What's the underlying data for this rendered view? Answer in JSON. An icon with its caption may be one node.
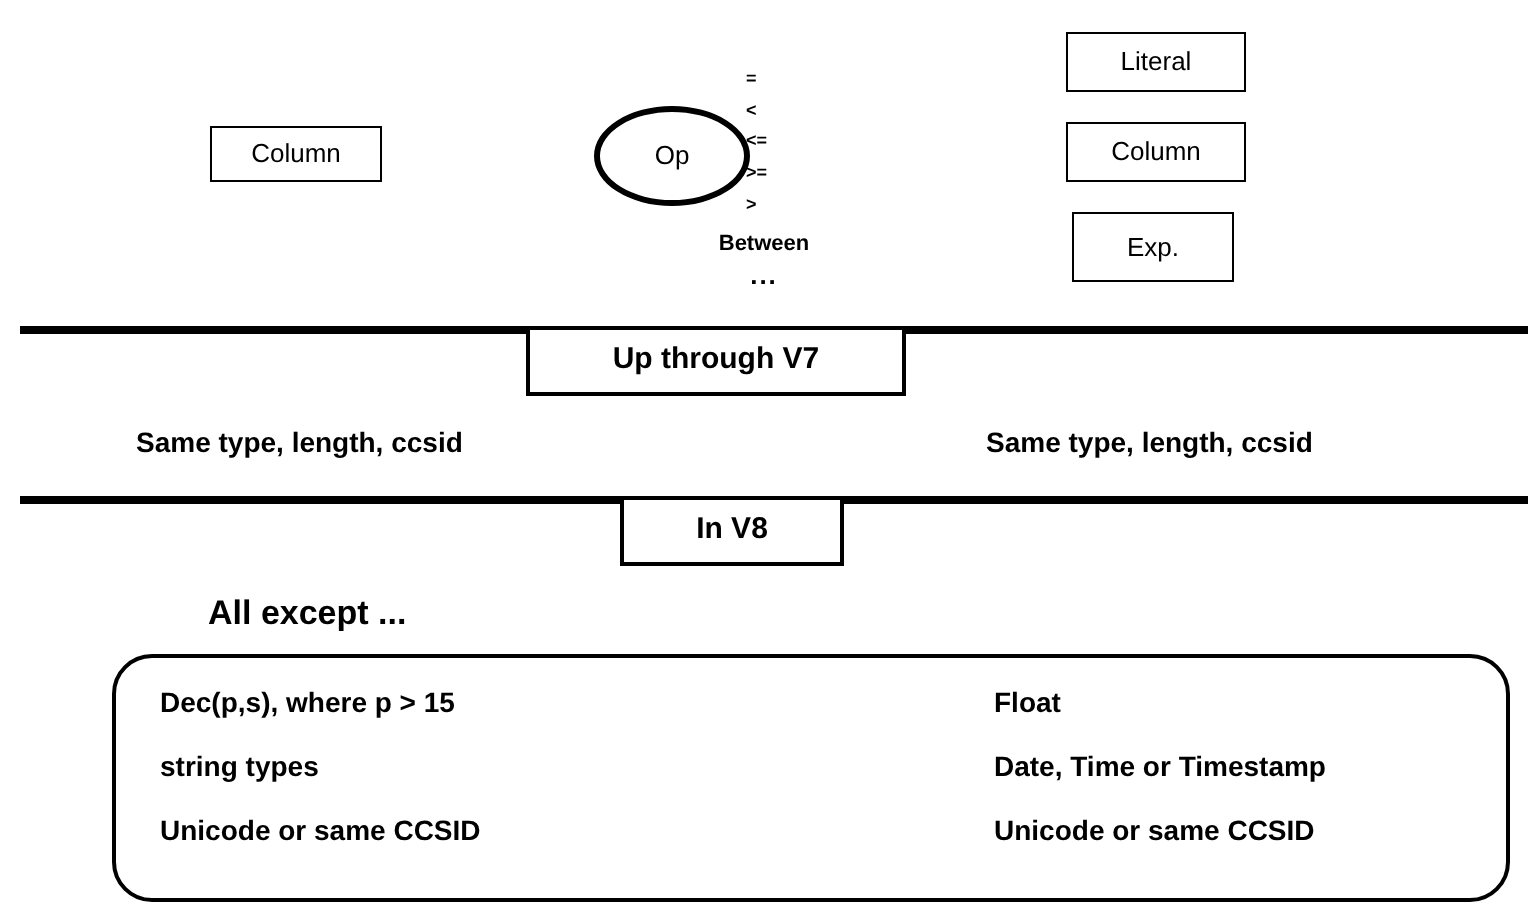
{
  "diagram": {
    "nodes": [
      {
        "text": [
          "Column"
        ]
      },
      {
        "text": [
          "Op"
        ]
      },
      {
        "text": [
          "Literal"
        ]
      },
      {
        "text": [
          "Column"
        ]
      },
      {
        "text": [
          "Exp."
        ]
      },
      {
        "text": [
          "Up through V7"
        ]
      },
      {
        "text": [
          "In V8"
        ]
      },
      {
        "text": [
          "Dec(p,s), where p > 15",
          "Float",
          "string types",
          "Date, Time or Timestamp",
          "Unicode or same CCSID",
          "Unicode or same CCSID"
        ]
      }
    ],
    "labels": [
      "=",
      "<",
      "<=",
      ">=",
      ">",
      "Between",
      "...",
      "Same type, length, ccsid",
      "Same type, length, ccsid",
      "All except ..."
    ]
  }
}
